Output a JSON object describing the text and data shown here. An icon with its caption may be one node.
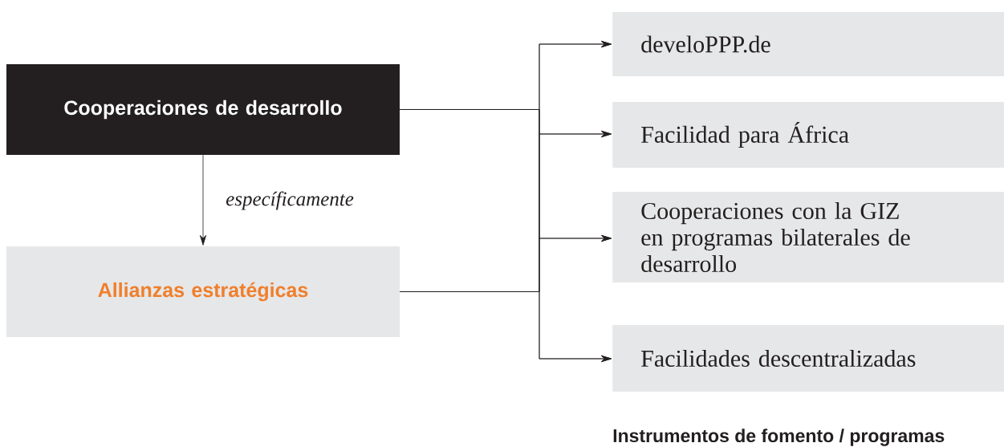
{
  "diagram": {
    "nodes": [
      {
        "text": [
          "Cooperaciones de desarrollo"
        ]
      },
      {
        "text": [
          "Allianzas estratégicas"
        ]
      },
      {
        "text": [
          "develoPPP.de"
        ]
      },
      {
        "text": [
          "Facilidad para África"
        ]
      },
      {
        "text": [
          "Cooperaciones con la GIZ en programas bilaterales de desarrollo"
        ]
      },
      {
        "text": [
          "Facilidades descentralizadas"
        ]
      }
    ],
    "edges": [
      {
        "from": 0,
        "to": 1,
        "arrow": "to",
        "label": "específicamente"
      },
      {
        "from": 0,
        "to": 2,
        "arrow": "to"
      },
      {
        "from": 0,
        "to": 3,
        "arrow": "to"
      },
      {
        "from": 0,
        "to": 4,
        "arrow": "to"
      },
      {
        "from": 0,
        "to": 5,
        "arrow": "to"
      },
      {
        "from": 1,
        "to": 2,
        "arrow": "to"
      },
      {
        "from": 1,
        "to": 3,
        "arrow": "to"
      },
      {
        "from": 1,
        "to": 4,
        "arrow": "to"
      },
      {
        "from": 1,
        "to": 5,
        "arrow": "to"
      }
    ],
    "labels": [
      "Instrumentos de fomento / programas"
    ]
  }
}
